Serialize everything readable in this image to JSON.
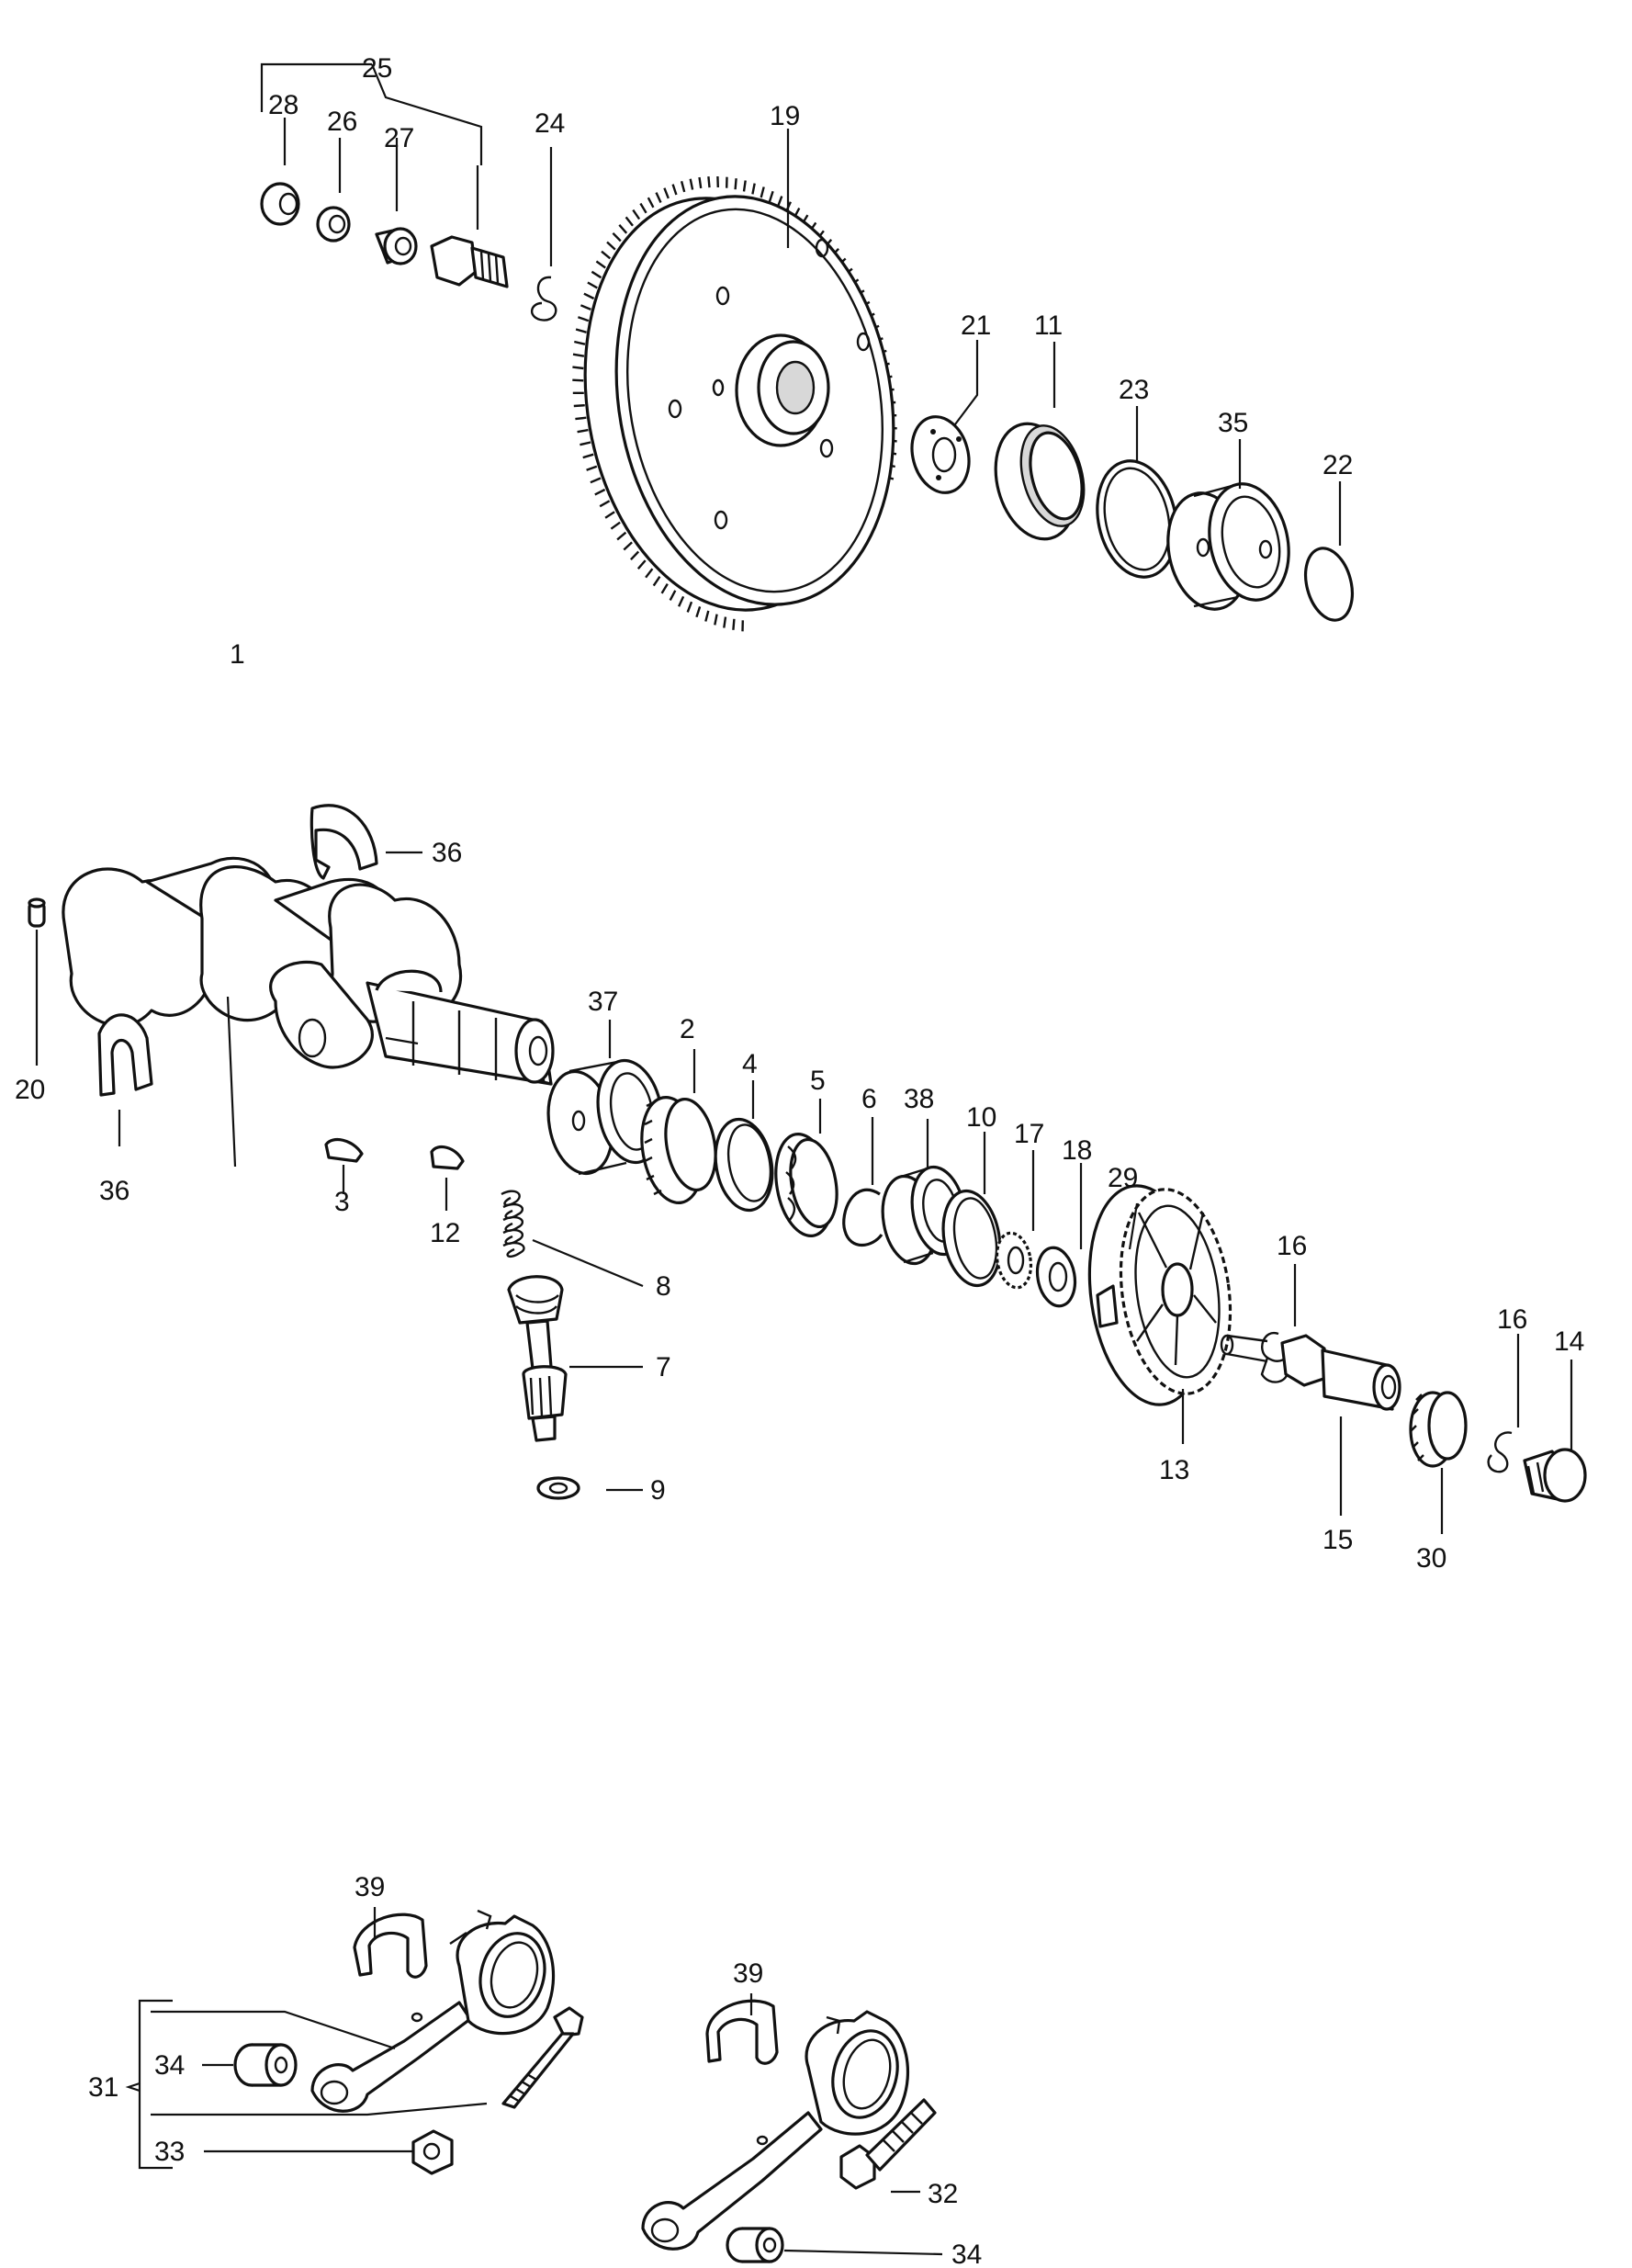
{
  "labels": [
    "1",
    "2",
    "3",
    "4",
    "5",
    "6",
    "7",
    "8",
    "9",
    "10",
    "11",
    "12",
    "13",
    "14",
    "15",
    "16",
    "16",
    "17",
    "18",
    "19",
    "20",
    "21",
    "22",
    "23",
    "24",
    "25",
    "26",
    "27",
    "28",
    "29",
    "30",
    "31",
    "32",
    "33",
    "34",
    "34",
    "35",
    "36",
    "36",
    "37",
    "38",
    "39",
    "39"
  ]
}
